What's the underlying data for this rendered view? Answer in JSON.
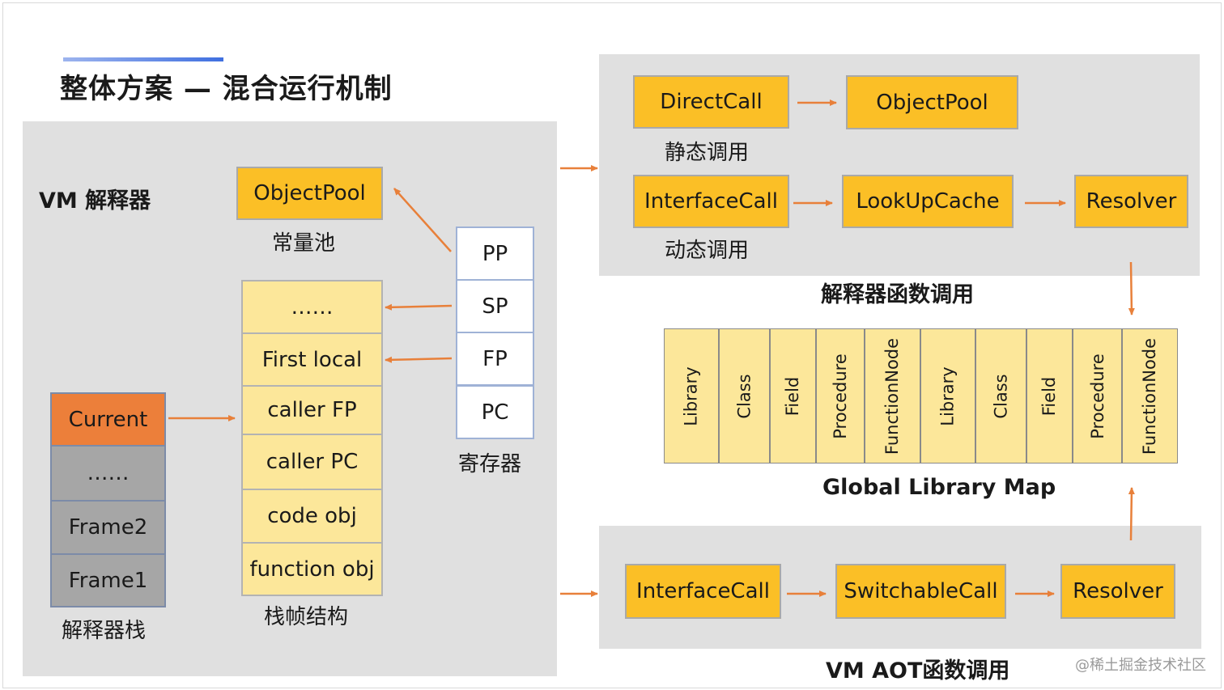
{
  "title": "整体方案 — 混合运行机制",
  "vm_interpreter": {
    "label": "VM 解释器",
    "object_pool": "ObjectPool",
    "object_pool_caption": "常量池",
    "registers": [
      "PP",
      "SP",
      "FP",
      "PC"
    ],
    "registers_caption": "寄存器",
    "frame_slots": [
      "……",
      "First local",
      "caller FP",
      "caller PC",
      "code obj",
      "function obj"
    ],
    "frame_caption": "栈帧结构",
    "stack": [
      "Current",
      "……",
      "Frame2",
      "Frame1"
    ],
    "stack_caption": "解释器栈"
  },
  "interp_calls": {
    "static_row": [
      "DirectCall",
      "ObjectPool"
    ],
    "static_caption": "静态调用",
    "dynamic_row": [
      "InterfaceCall",
      "LookUpCache",
      "Resolver"
    ],
    "dynamic_caption": "动态调用",
    "caption": "解释器函数调用"
  },
  "library_map": {
    "columns": [
      "Library",
      "Class",
      "Field",
      "Procedure",
      "FunctionNode",
      "Library",
      "Class",
      "Field",
      "Procedure",
      "FunctionNode"
    ],
    "caption": "Global Library Map"
  },
  "aot_calls": {
    "row": [
      "InterfaceCall",
      "SwitchableCall",
      "Resolver"
    ],
    "caption": "VM AOT函数调用"
  },
  "watermark": "@稀土掘金技术社区",
  "colors": {
    "box": "#fbbf26",
    "pale": "#fce79a",
    "current": "#ec7f3a",
    "arrow": "#e8803a",
    "panel": "#e0e0e0"
  }
}
